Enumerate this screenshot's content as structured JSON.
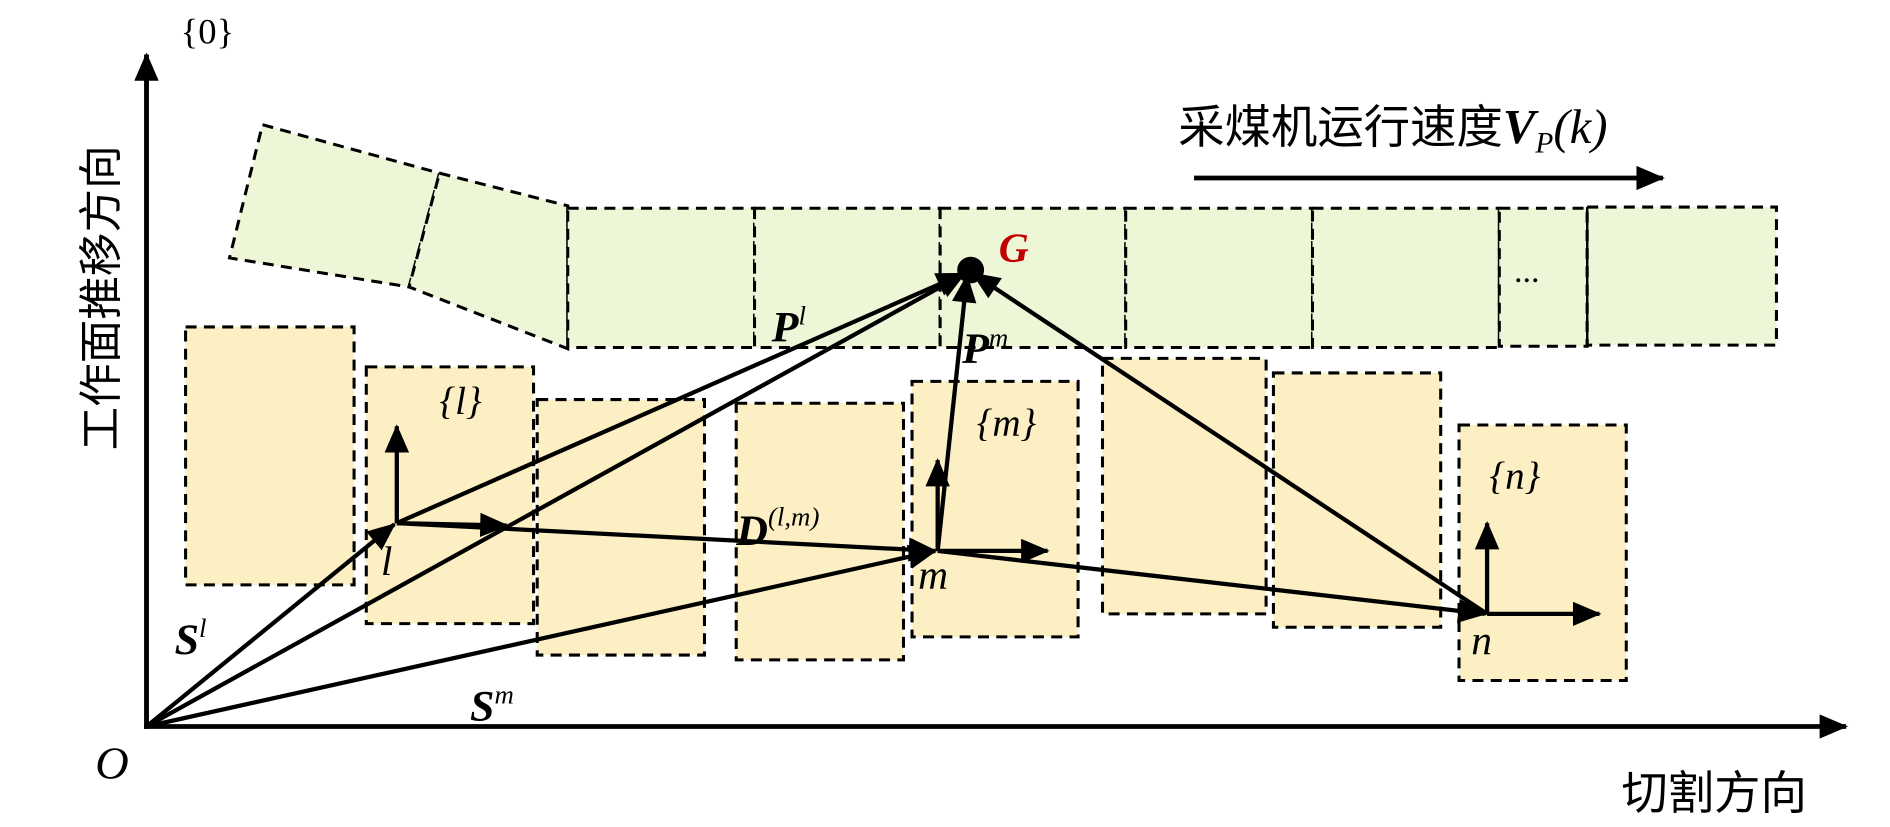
{
  "colors": {
    "support_fill": "#fcefc4",
    "coal_fill": "#edf7d8",
    "target_point": "#c00000",
    "line": "#000000"
  },
  "axes": {
    "origin_label": "O",
    "frame_label": "{0}",
    "y_label": "工作面推移方向",
    "x_label": "切割方向"
  },
  "shearer": {
    "label": "采煤机运行速度",
    "var": "V",
    "sub": "P",
    "arg": "(k)"
  },
  "coal_wall": {
    "ellipsis": "..."
  },
  "frames": {
    "l": {
      "point": "l",
      "label": "{l}"
    },
    "m": {
      "point": "m",
      "label": "{m}"
    },
    "n": {
      "point": "n",
      "label": "{n}"
    }
  },
  "target": {
    "label": "G"
  },
  "vectors": {
    "S_l": {
      "base": "S",
      "sup": "l"
    },
    "S_m": {
      "base": "S",
      "sup": "m"
    },
    "P_l": {
      "base": "P",
      "sup": "l"
    },
    "P_m": {
      "base": "P",
      "sup": "m"
    },
    "D_lm": {
      "base": "D",
      "sup": "(l,m)"
    }
  }
}
